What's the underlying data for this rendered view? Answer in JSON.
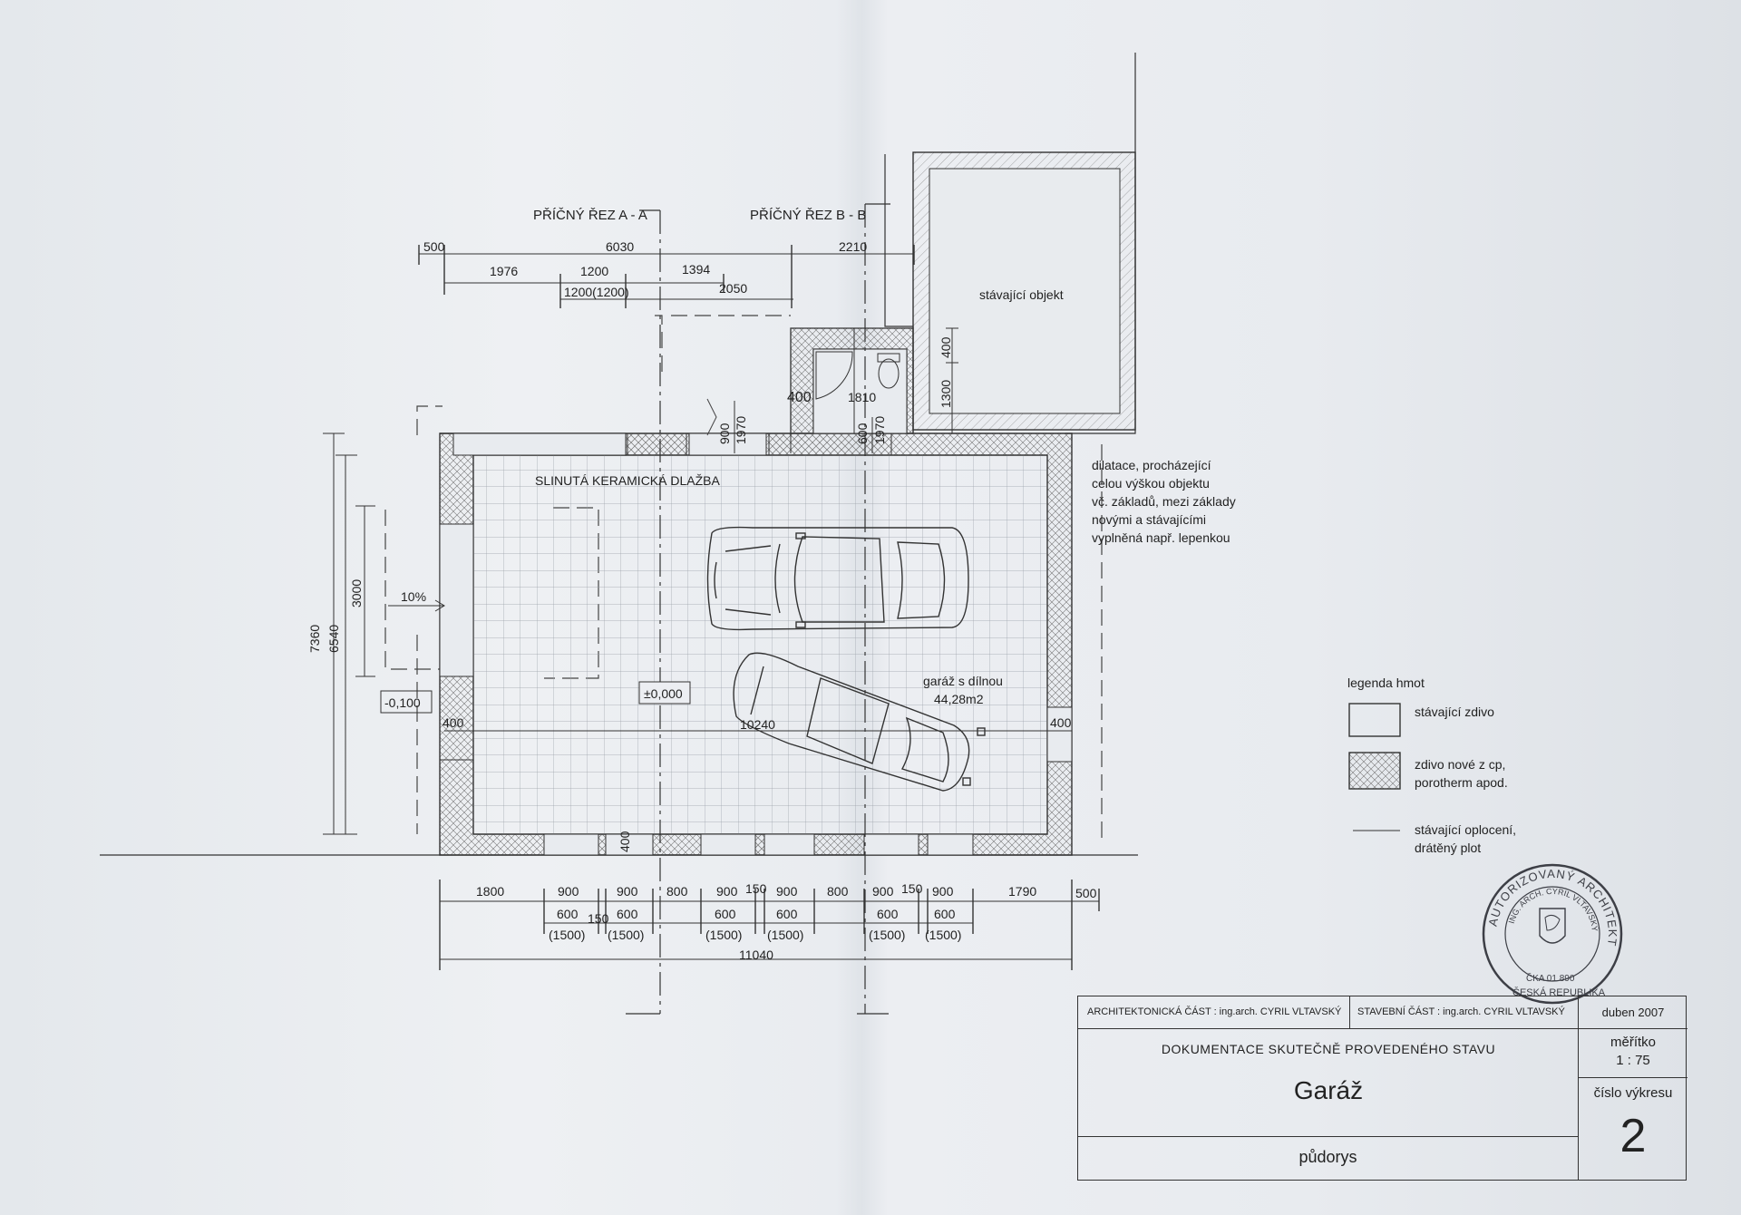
{
  "sections": {
    "a": "PŘÍČNÝ ŘEZ A - A",
    "b": "PŘÍČNÝ ŘEZ B - B",
    "a_mark": "A",
    "b_mark": "B"
  },
  "dims_top": {
    "d500": "500",
    "d6030": "6030",
    "d2210": "2210",
    "d1976": "1976",
    "d1200": "1200",
    "d1394": "1394",
    "d1200b": "1200(1200)",
    "d2050": "2050"
  },
  "dims_annex": {
    "d400a": "400",
    "d1810": "1810",
    "d400b": "400",
    "d1300": "1300",
    "d900": "900",
    "d1970a": "1970",
    "d600": "600",
    "d1970b": "1970"
  },
  "dims_left": {
    "d7360": "7360",
    "d6540": "6540",
    "d3000": "3000",
    "slope": "10%",
    "level_out": "-0,100"
  },
  "dims_side": {
    "left400": "400",
    "right400": "400",
    "bottom400": "400",
    "width10240": "10240"
  },
  "dims_bottom_row1": [
    "1800",
    "900",
    "900",
    "800",
    "900",
    "150",
    "900",
    "800",
    "900",
    "150",
    "900",
    "1790",
    "500"
  ],
  "dims_bottom_row2": [
    "600",
    "150",
    "600",
    "600",
    "600",
    "600",
    "600"
  ],
  "dims_bottom_row3": [
    "(1500)",
    "(1500)",
    "(1500)",
    "(1500)",
    "(1500)",
    "(1500)"
  ],
  "dims_total": "11040",
  "labels": {
    "floor": "SLINUTÁ KERAMICKÁ DLAŽBA",
    "level": "±0,000",
    "room_name": "garáž s dílnou",
    "room_area": "44,28m2",
    "existing": "stávající objekt",
    "dilatace": [
      "dilatace, procházející",
      "celou výškou objektu",
      "vč. základů, mezi základy",
      "novými a stávajícími",
      "vyplněná např. lepenkou"
    ]
  },
  "legend": {
    "title": "legenda hmot",
    "item1": "stávající zdivo",
    "item2_l1": "zdivo nové z cp,",
    "item2_l2": "porotherm apod.",
    "item3_l1": "stávající oplocení,",
    "item3_l2": "drátěný plot"
  },
  "stamp": {
    "outer": "AUTORIZOVANÝ ARCHITEKT",
    "inner": "ING. ARCH. CYRIL VLTAVSKÝ",
    "number": "ČKA 01 890",
    "country": "ČESKÁ REPUBLIKA"
  },
  "title_block": {
    "arch": "ARCHITEKTONICKÁ ČÁST : ing.arch. CYRIL VLTAVSKÝ",
    "stav": "STAVEBNÍ ČÁST : ing.arch. CYRIL VLTAVSKÝ",
    "date": "duben 2007",
    "doc": "DOKUMENTACE SKUTEČNĚ PROVEDENÉHO STAVU",
    "scale_label": "měřítko",
    "scale": "1 : 75",
    "name": "Garáž",
    "sheet_label": "číslo výkresu",
    "sheet": "2",
    "type": "půdorys"
  }
}
